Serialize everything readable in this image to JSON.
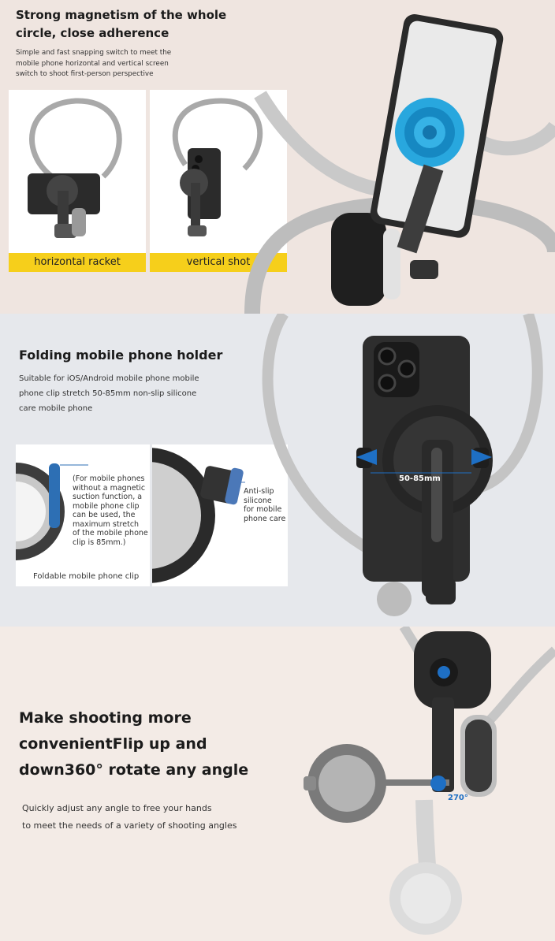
{
  "section1": {
    "title_line1": "Strong magnetism of the whole",
    "title_line2": "circle, close adherence",
    "body_line1": "Simple and fast snapping switch to meet the",
    "body_line2": "mobile phone horizontal and vertical screen",
    "body_line3": "switch to shoot first-person perspective",
    "caption_left": "horizontal racket",
    "caption_right": "vertical shot"
  },
  "section2": {
    "title": "Folding mobile phone holder",
    "body_line1": "Suitable for iOS/Android mobile phone mobile",
    "body_line2": "phone clip stretch 50-85mm non-slip silicone",
    "body_line3": "care mobile phone",
    "clip_note": [
      "(For mobile phones",
      "without a magnetic",
      "suction function, a",
      "mobile phone clip",
      "can be used, the",
      "maximum stretch",
      "of the mobile phone",
      "clip is 85mm.)"
    ],
    "anti_slip": [
      "Anti-slip",
      "silicone",
      "for mobile",
      "phone care"
    ],
    "foldable_caption": "Foldable mobile phone clip",
    "measure_label": "50-85mm"
  },
  "section3": {
    "title_line1": "Make shooting more",
    "title_line2": "convenientFlip up and",
    "title_line3": "down360° rotate any angle",
    "body_line1": "Quickly adjust any angle to free your hands",
    "body_line2": "to meet the needs of a variety of shooting angles",
    "rotate_label": "270°"
  },
  "colors": {
    "accent_yellow": "#f6cf1b",
    "magnet_blue": "#2c9fd8",
    "arrow_blue": "#1e6fc4"
  }
}
